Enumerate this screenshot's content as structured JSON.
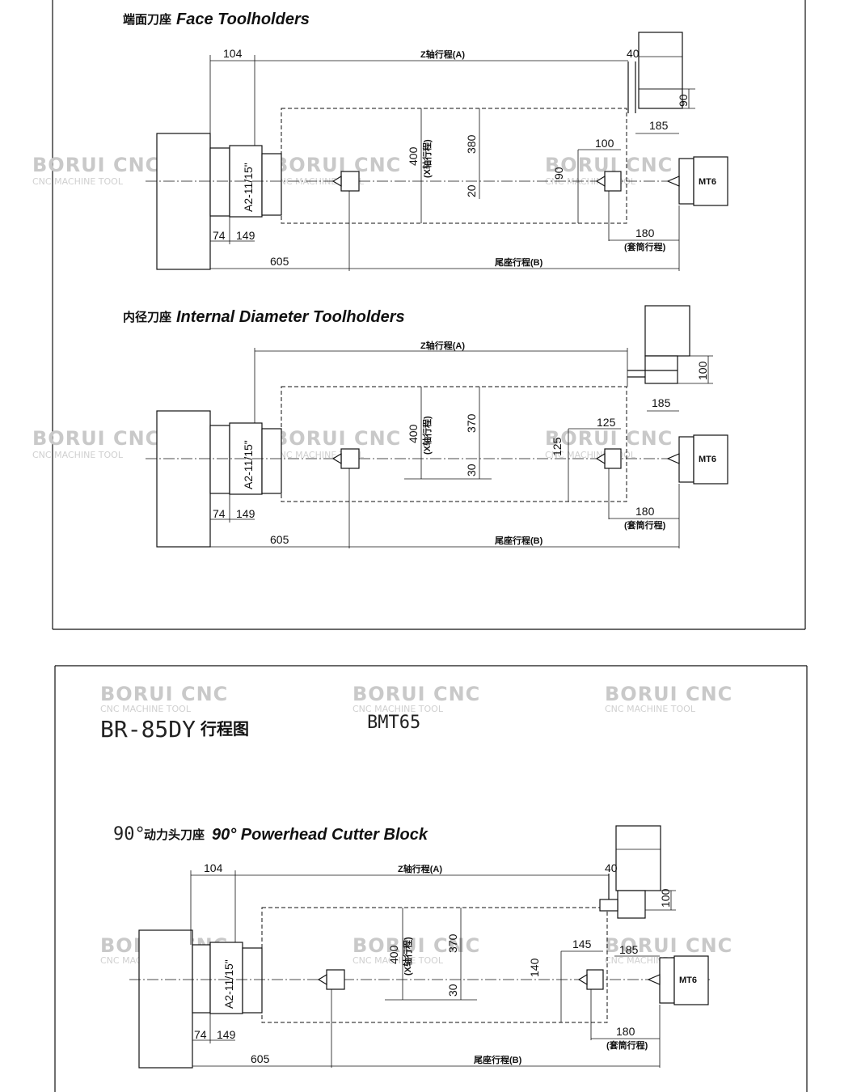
{
  "watermark": {
    "brand": "BORUI CNC",
    "sub": "CNC MACHINE TOOL"
  },
  "panel1": {
    "face": {
      "title_cn": "端面刀座",
      "title_en": "Face Toolholders",
      "spindle_label": "A2-11/15\"",
      "tail_label": "MT6",
      "dims": {
        "d104": "104",
        "z_axis": "Z轴行程(A)",
        "d40": "40",
        "d90a": "90",
        "d185": "185",
        "d400": "400",
        "x_axis": "(X轴行程)",
        "d380": "380",
        "d20": "20",
        "d100": "100",
        "d90b": "90",
        "d74": "74",
        "d149": "149",
        "d180": "180",
        "quill": "(套筒行程)",
        "d605": "605",
        "tail_travel": "尾座行程(B)"
      }
    },
    "internal": {
      "title_cn": "内径刀座",
      "title_en": "Internal Diameter Toolholders",
      "spindle_label": "A2-11/15\"",
      "tail_label": "MT6",
      "dims": {
        "z_axis": "Z轴行程(A)",
        "d100": "100",
        "d185": "185",
        "d400": "400",
        "x_axis": "(X轴行程)",
        "d370": "370",
        "d30": "30",
        "d125a": "125",
        "d125b": "125",
        "d74": "74",
        "d149": "149",
        "d180": "180",
        "quill": "(套筒行程)",
        "d605": "605",
        "tail_travel": "尾座行程(B)"
      }
    }
  },
  "panel2": {
    "heading_model": "BR-85DY",
    "heading_cn": "行程图",
    "turret_model": "BMT65",
    "power": {
      "title_pre": "90°",
      "title_cn": "动力头刀座",
      "title_en": "90° Powerhead Cutter Block",
      "spindle_label": "A2-11/15\"",
      "tail_label": "MT6",
      "dims": {
        "d104": "104",
        "z_axis": "Z轴行程(A)",
        "d40": "40",
        "d100": "100",
        "d400": "400",
        "x_axis": "(X轴行程)",
        "d370": "370",
        "d30": "30",
        "d145": "145",
        "d185": "185",
        "d140": "140",
        "d74": "74",
        "d149": "149",
        "d180": "180",
        "quill": "(套筒行程)",
        "d605": "605",
        "tail_travel": "尾座行程(B)"
      }
    }
  }
}
